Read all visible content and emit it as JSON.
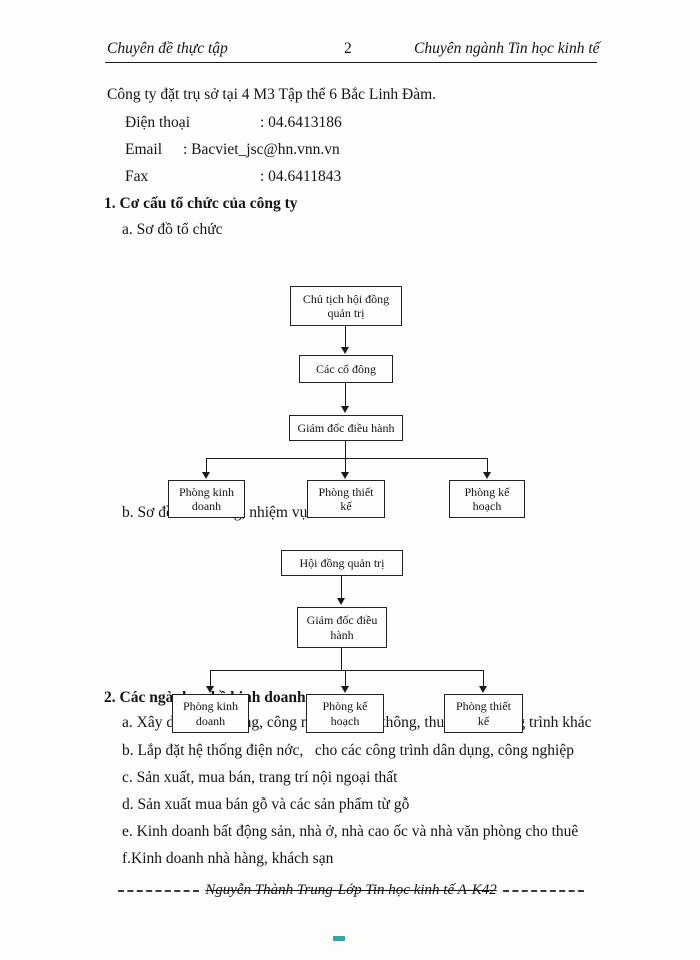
{
  "colors": {
    "ink": "#141414",
    "paper": "#fdfdfc"
  },
  "header": {
    "left": "Chuyên đề thực tập",
    "page_number": "2",
    "right": "Chuyên ngành Tin học kinh tế"
  },
  "intro": {
    "address": "Công ty đặt trụ sở tại 4 M3 Tập thể 6 Bắc Linh Đàm.",
    "phone_label": "Điện thoại",
    "phone_value": ": 04.6413186",
    "email_label": "Email",
    "email_value": ": Bacviet_jsc@hn.vnn.vn",
    "fax_label": "Fax",
    "fax_value": ": 04.6411843"
  },
  "section1": {
    "heading": "1. Cơ cấu tổ chức của công ty",
    "item_a": "a. Sơ đồ tổ chức",
    "item_b": "b. Sơ đồ chức năng, nhiệm vụ"
  },
  "chart1": {
    "box1": "Chủ tịch hội đồng quản trị",
    "box2": "Các cổ đông",
    "box3": "Giám đốc điều hành",
    "leaf1": "Phòng kinh doanh",
    "leaf2": "Phòng thiết kế",
    "leaf3": "Phòng kế hoạch"
  },
  "chart2": {
    "box1": "Hội đồng quản trị",
    "box2": "Giám đốc điều hành",
    "leaf1": "Phòng kinh doanh",
    "leaf2": "Phòng kế hoạch",
    "leaf3": "Phòng thiết kế"
  },
  "section2": {
    "heading": "2. Các ngành nghề kinh doanh",
    "items": [
      "a. Xây dựng dân dụng, công nghiệp, giao thông, thuỷ lợi và công trình khác",
      "b. Lắp đặt hệ thống điện nớc,   cho các công trình dân dụng, công nghiệp",
      "c. Sản xuất, mua bán, trang trí nội ngoại thất",
      "d. Sản xuất mua bán gỗ và các sản phẩm từ gỗ",
      "e. Kinh doanh bất động sản, nhà ở, nhà cao ốc và nhà văn phòng cho thuê",
      "f.Kinh doanh nhà hàng, khách sạn"
    ]
  },
  "footer": {
    "text": "Nguyễn Thành Trung-Lớp Tin học kinh tế A-K42"
  }
}
